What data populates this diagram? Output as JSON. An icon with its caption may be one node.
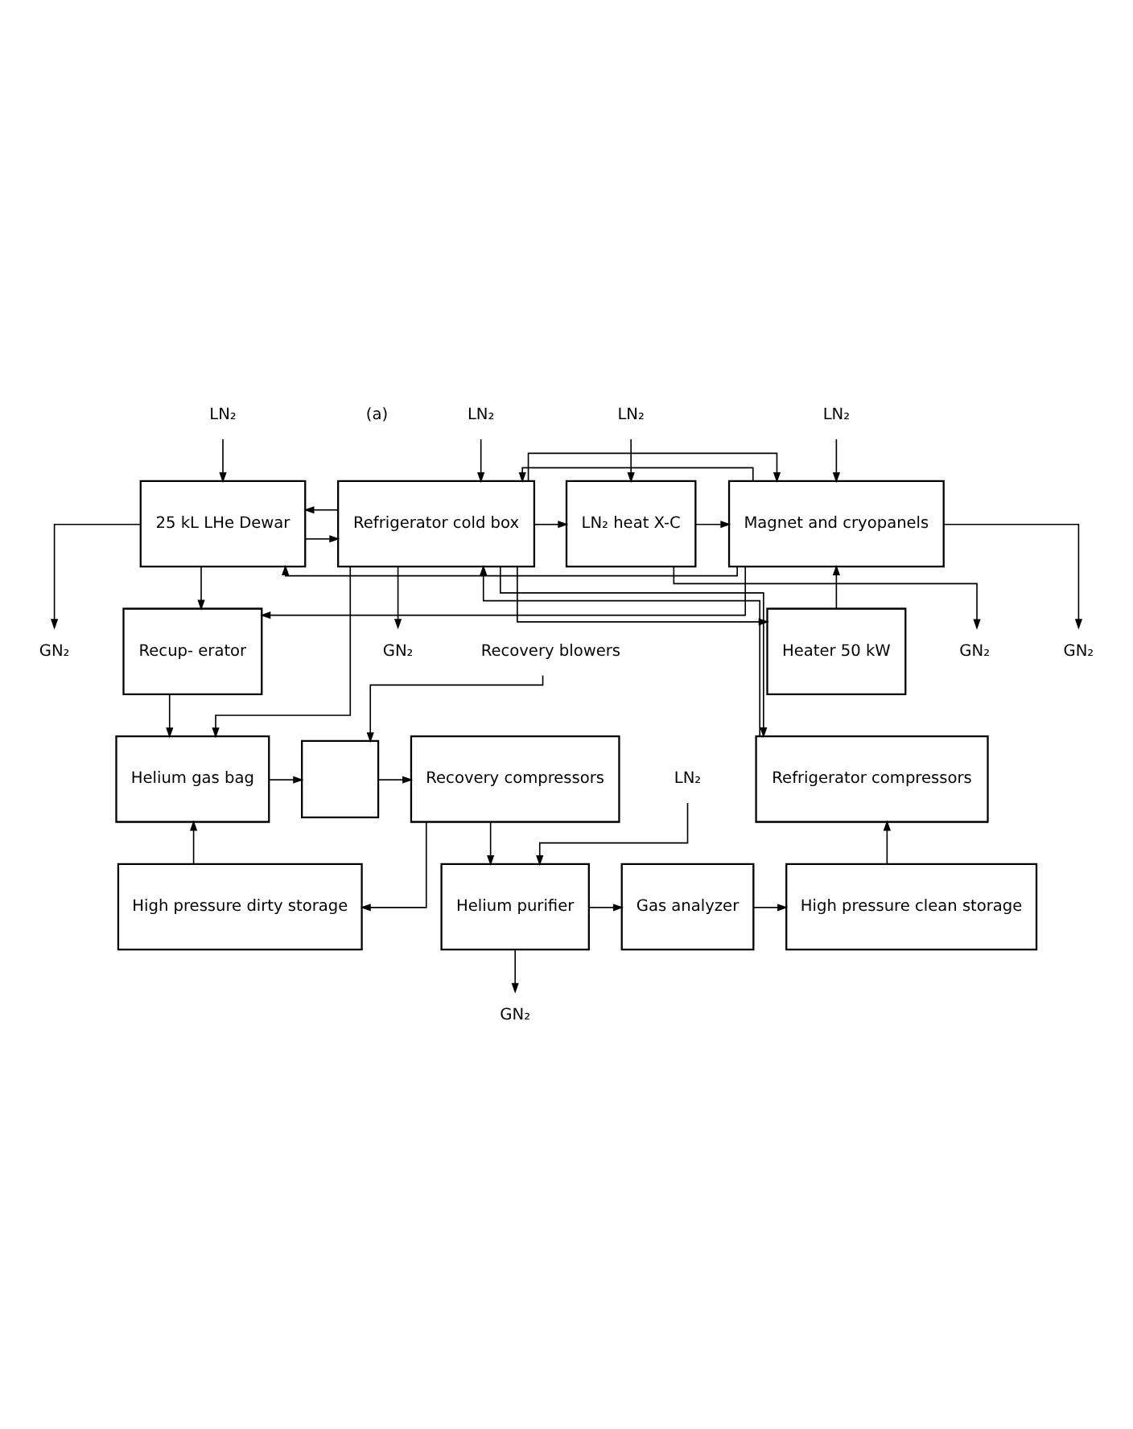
{
  "diagram": {
    "nodes": [
      {
        "text": [
          "Refrigerator cold box"
        ]
      },
      {
        "text": [
          "LN₂ heat X-C"
        ]
      },
      {
        "text": [
          "Magnet and cryopanels"
        ]
      },
      {
        "text": [
          "25 kL LHe Dewar"
        ]
      },
      {
        "text": [
          "Heater 50 kW"
        ]
      },
      {
        "text": [
          "Recup- erator"
        ]
      },
      {
        "text": [
          "Recovery blowers"
        ]
      },
      {
        "text": [
          "Refrigerator compressors"
        ]
      },
      {
        "text": [
          "Helium gas bag"
        ]
      },
      {
        "text": [],
        "shape": "box"
      },
      {
        "text": [
          "Recovery compressors"
        ]
      },
      {
        "text": [
          "High pressure clean storage"
        ]
      },
      {
        "text": [
          "High pressure dirty storage"
        ]
      },
      {
        "text": [
          "Gas analyzer"
        ]
      },
      {
        "text": [
          "Helium purifier"
        ]
      },
      {
        "text": [
          "LN₂"
        ]
      },
      {
        "text": [
          "GN₂"
        ]
      },
      {
        "text": [
          "LN₂"
        ]
      },
      {
        "text": [
          "GN₂"
        ]
      },
      {
        "text": [
          "LN₂"
        ]
      },
      {
        "text": [
          "GN₂"
        ]
      },
      {
        "text": [
          "LN₂"
        ]
      },
      {
        "text": [
          "GN₂"
        ]
      },
      {
        "text": [
          "LN₂"
        ]
      },
      {
        "text": [
          "GN₂"
        ]
      }
    ],
    "edges": [
      {
        "from": 3,
        "to": 0,
        "arrow": "to"
      },
      {
        "from": 0,
        "to": 3,
        "arrow": "to"
      },
      {
        "from": 2,
        "to": 0,
        "arrow": "to"
      },
      {
        "from": 0,
        "to": 2,
        "arrow": "to"
      },
      {
        "from": 0,
        "to": 1,
        "arrow": "to"
      },
      {
        "from": 0,
        "to": 4,
        "arrow": "to"
      },
      {
        "from": 1,
        "to": 2,
        "arrow": "to"
      },
      {
        "from": 4,
        "to": 2,
        "arrow": "to"
      },
      {
        "from": 2,
        "to": 3,
        "arrow": "to"
      },
      {
        "from": 15,
        "to": 0,
        "arrow": "to"
      },
      {
        "from": 0,
        "to": 16,
        "arrow": "to"
      },
      {
        "from": 17,
        "to": 1,
        "arrow": "to"
      },
      {
        "from": 1,
        "to": 18,
        "arrow": "to"
      },
      {
        "from": 19,
        "to": 2,
        "arrow": "to"
      },
      {
        "from": 2,
        "to": 20,
        "arrow": "to"
      },
      {
        "from": 21,
        "to": 3,
        "arrow": "to"
      },
      {
        "from": 3,
        "to": 22,
        "arrow": "to"
      },
      {
        "from": 2,
        "to": 5,
        "arrow": "to"
      },
      {
        "from": 3,
        "to": 5,
        "arrow": "to"
      },
      {
        "from": 5,
        "to": 8,
        "arrow": "to"
      },
      {
        "from": 0,
        "to": 7,
        "arrow": "to"
      },
      {
        "from": 7,
        "to": 0,
        "arrow": "to"
      },
      {
        "from": 0,
        "to": 8,
        "arrow": "to"
      },
      {
        "from": 11,
        "to": 7,
        "arrow": "to"
      },
      {
        "from": 6,
        "to": 9,
        "arrow": "to"
      },
      {
        "from": 8,
        "to": 9,
        "arrow": "to"
      },
      {
        "from": 9,
        "to": 10,
        "arrow": "to"
      },
      {
        "from": 10,
        "to": 14,
        "arrow": "to"
      },
      {
        "from": 10,
        "to": 12,
        "arrow": "to"
      },
      {
        "from": 12,
        "to": 8,
        "arrow": "to"
      },
      {
        "from": 14,
        "to": 13,
        "arrow": "to"
      },
      {
        "from": 13,
        "to": 11,
        "arrow": "to"
      },
      {
        "from": 23,
        "to": 14,
        "arrow": "to"
      },
      {
        "from": 14,
        "to": 24,
        "arrow": "to"
      }
    ],
    "labels": [
      "(a)"
    ]
  }
}
